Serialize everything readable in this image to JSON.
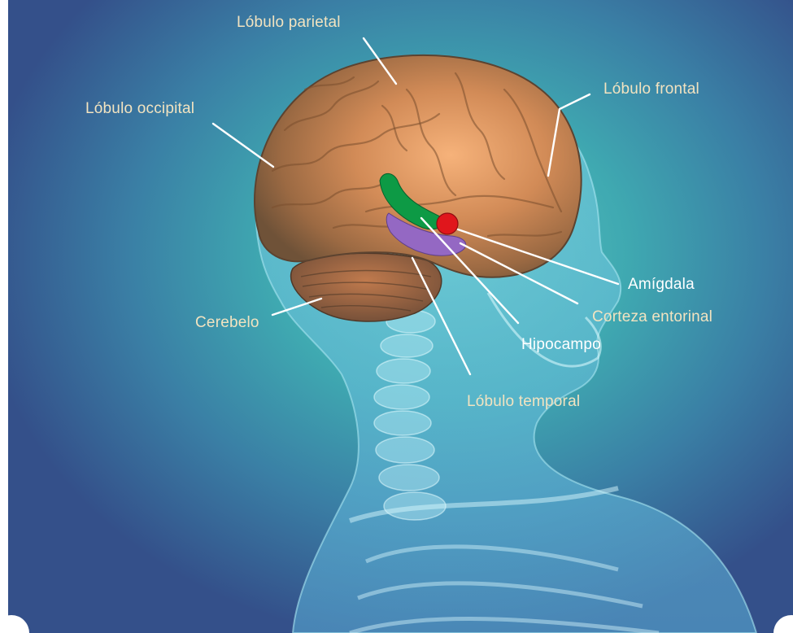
{
  "labels": {
    "parietal": "Lóbulo parietal",
    "frontal": "Lóbulo frontal",
    "occipital": "Lóbulo occipital",
    "cerebelo": "Cerebelo",
    "amigdala": "Amígdala",
    "corteza": "Corteza entorinal",
    "hipocampo": "Hipocampo",
    "temporal": "Lóbulo temporal"
  },
  "colors": {
    "label_beige": "#f2e3c0",
    "label_white": "#ffffff",
    "hippocampus": "#0d9a45",
    "entorhinal": "#9468c3",
    "amygdala": "#e0161c"
  }
}
